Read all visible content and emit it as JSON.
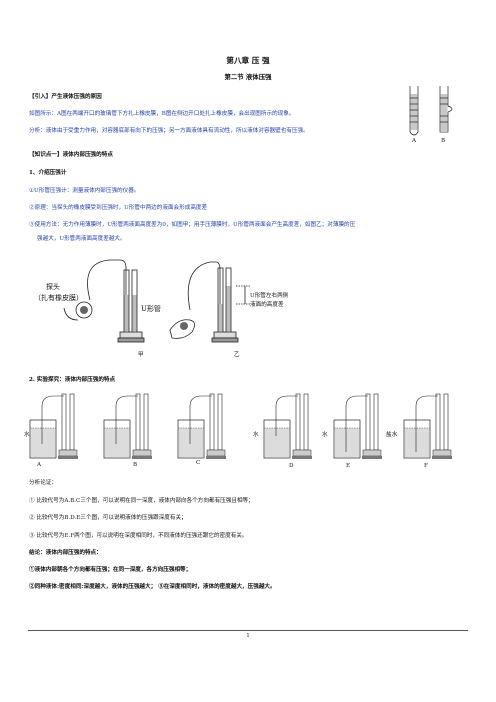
{
  "header": {
    "chapter": "第八章  压  强",
    "section": "第二节  液体压强"
  },
  "intro": {
    "heading": "【引入】产生液体压强的原因",
    "line1": "如图所示：A图在两端开口的玻璃管下方扎上橡皮膜，B图在侧边开口处扎上橡皮膜，会出现图所示的现象。",
    "line2": "分析：液体由于受重力作用，对容器底部有向下的压强；另一方面液体具有流动性，所以液体对容器壁也有压强。",
    "figure_labels": [
      "A",
      "B"
    ]
  },
  "knowledge": {
    "heading": "【知识点一】液体内部压强的特点",
    "sub1": "1、介绍压强计",
    "items": [
      "①U形管压强计：测量液体内部压强的仪器。",
      "②原理：当探头的橡皮膜受到压强时，U形管中两边的液面会形成高度差",
      "③使用方法：无力作用薄膜时，U形管两液面高度差为0，如图甲；用手压薄膜时，U形管两液面会产生高度差，如图乙；对薄膜的压",
      "强越大，U形管两液面高度差越大。"
    ],
    "fig1": {
      "probe_label_1": "探头",
      "probe_label_2": "（扎有橡皮膜）",
      "utube_label": "U形管",
      "note_1": "U形管左右两侧",
      "note_2": "液面的高度差",
      "caption_a": "甲",
      "caption_b": "乙"
    }
  },
  "experiment": {
    "heading": "2.   实验探究：液体内部压强的特点",
    "labels_left": [
      "A",
      "B",
      "C"
    ],
    "labels_right": [
      "D",
      "E",
      "F"
    ],
    "liquid_labels": [
      "水",
      "水",
      "水",
      "盐水"
    ],
    "analysis": "分析论证：",
    "points": [
      "①   比较代号为A.B.C三个图，可以说明在同一深度，液体内部向各个方向都有压强且相等；",
      "②   比较代号为B.D.E三个图，可以说明液体的压强跟深度有关；",
      "③   比较代号为E.F两个图，可以说明在深度相同时，不同液体的压强还跟它的密度有关。"
    ],
    "conclusion_heading": "结论：液体内部压强的特点：",
    "conclusion_1": "①液体内部朝各个方向都有压强；在同一深度，各方向压强相等；",
    "conclusion_2": "②同种液体:密度相同:深度越大，液体的压强越大；   ③在深度相同时，液体的密度越大，压强越大。"
  },
  "footer": {
    "page_number": "1"
  }
}
